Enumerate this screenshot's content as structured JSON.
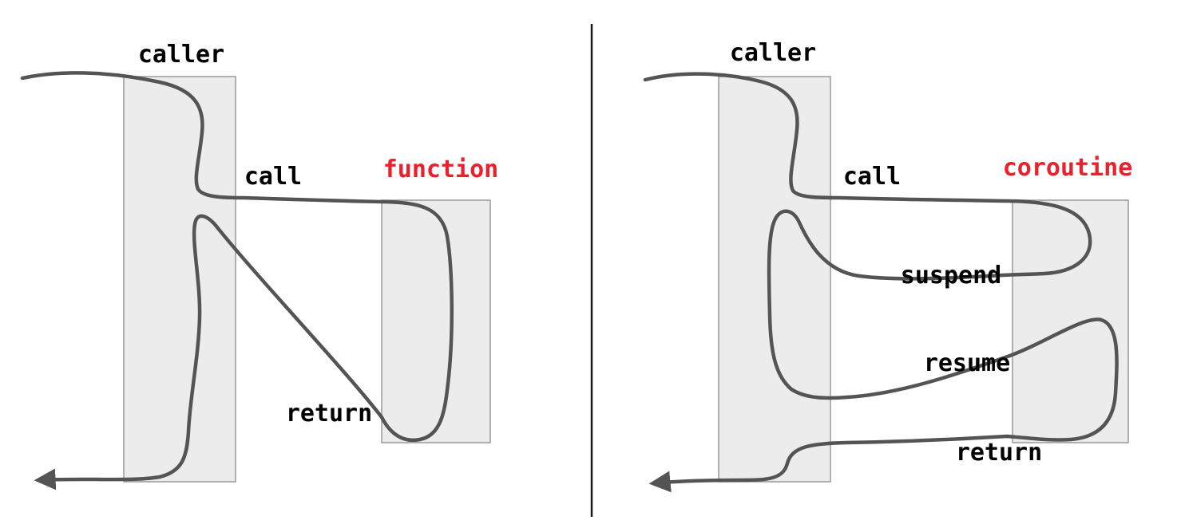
{
  "figure": {
    "panels": [
      {
        "id": "function-call",
        "caller_label": "caller",
        "callee_label": "function",
        "flow_labels": {
          "call": "call",
          "return": "return"
        }
      },
      {
        "id": "coroutine-call",
        "caller_label": "caller",
        "callee_label": "coroutine",
        "flow_labels": {
          "call": "call",
          "suspend": "suspend",
          "resume": "resume",
          "return": "return"
        }
      }
    ],
    "colors": {
      "background": "#ffffff",
      "label_text": "#000000",
      "callee_label_text": "#e8212c",
      "box_fill": "#ececec",
      "box_border": "#999999",
      "flow_line": "#545454",
      "divider": "#1a1a1a"
    }
  }
}
